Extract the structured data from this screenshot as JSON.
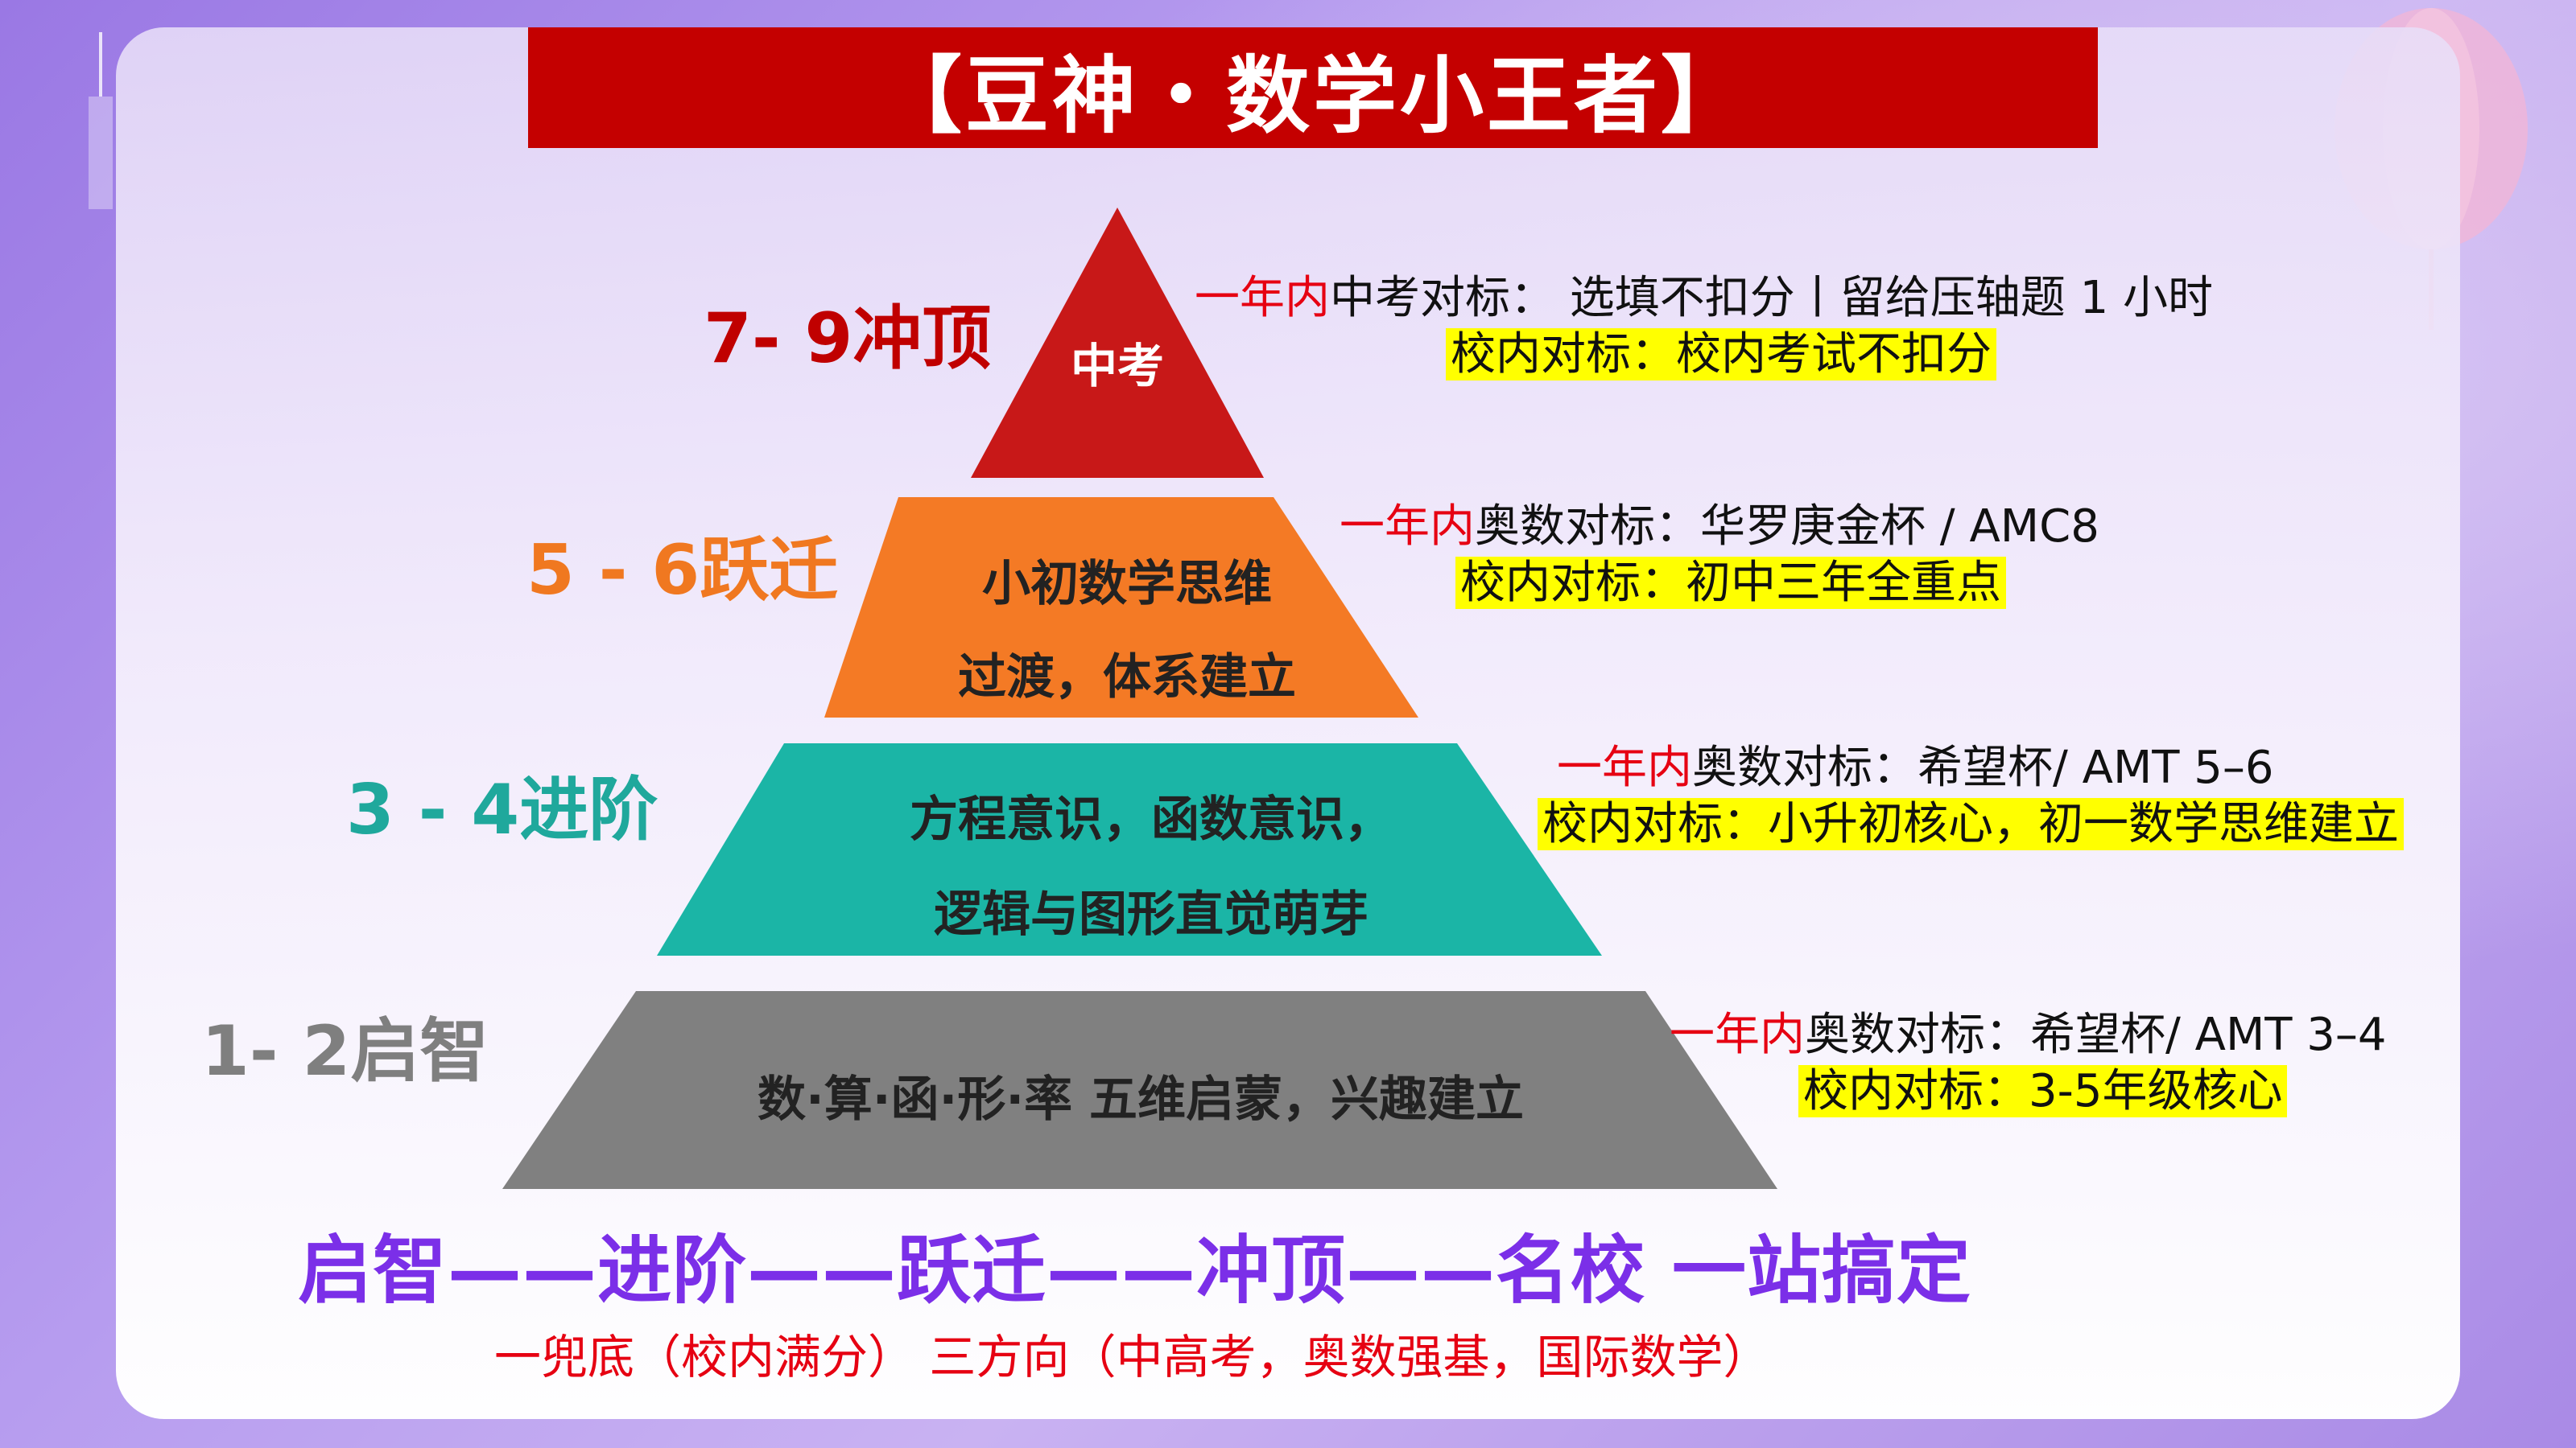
{
  "title": "【豆神・数学小王者】",
  "pyramid": {
    "tiers": [
      {
        "level_label": "7- 9冲顶",
        "level_color": "#c00000",
        "fill": "#c81818",
        "lines": [
          "中考"
        ]
      },
      {
        "level_label": "5 - 6跃迁",
        "level_color": "#f07820",
        "fill": "#f47a25",
        "lines": [
          "小初数学思维",
          "过渡，体系建立"
        ]
      },
      {
        "level_label": "3 - 4进阶",
        "level_color": "#1fa89c",
        "fill": "#1bb5a6",
        "lines": [
          "方程意识，函数意识，",
          "逻辑与图形直觉萌芽"
        ]
      },
      {
        "level_label": "1- 2启智",
        "level_color": "#7f7f7f",
        "fill": "#808080",
        "lines": [
          "数·算·函·形·率 五维启蒙，兴趣建立"
        ]
      }
    ]
  },
  "benchmarks": [
    {
      "prefix": "一年内",
      "line1": "中考对标： 选填不扣分丨留给压轴题 1 小时",
      "line2": "校内对标：校内考试不扣分"
    },
    {
      "prefix": "一年内",
      "line1": "奥数对标：华罗庚金杯 / AMC8",
      "line2": "校内对标：初中三年全重点"
    },
    {
      "prefix": "一年内",
      "line1": "奥数对标：希望杯/ AMT 5–6",
      "line2": "校内对标：小升初核心，初一数学思维建立"
    },
    {
      "prefix": "一年内",
      "line1": "奥数对标：希望杯/ AMT 3–4",
      "line2": "校内对标：3-5年级核心"
    }
  ],
  "footer": {
    "main": "启智——进阶——跃迁——冲顶——名校 一站搞定",
    "sub": "一兜底（校内满分） 三方向（中高考，奥数强基，国际数学）"
  },
  "colors": {
    "title_bg": "#c40000",
    "highlight": "#ffff00",
    "accent_red": "#e60012",
    "footer_purple": "#7b2fe8"
  }
}
